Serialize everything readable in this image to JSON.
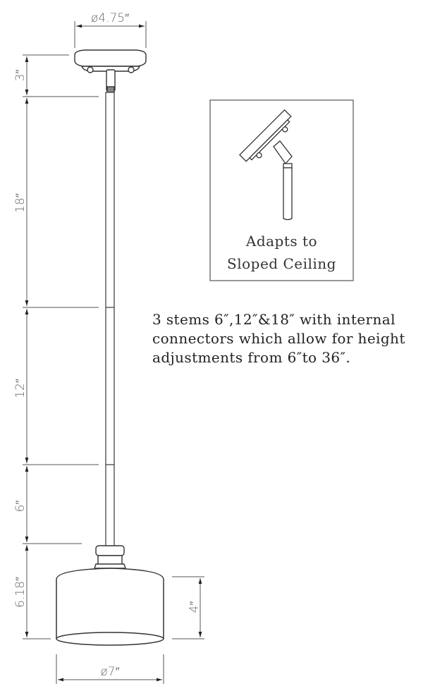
{
  "diagram": {
    "title": "Pendant light dimension drawing",
    "dimensions": {
      "canopy_diameter": "ø4.75″",
      "canopy_height": "3″",
      "stem_1": "18″",
      "stem_2": "12″",
      "stem_3": "6″",
      "shade_total_height": "6.18″",
      "shade_height": "4″",
      "shade_diameter": "ø7″"
    },
    "inset": {
      "line1": "Adapts to",
      "line2": "Sloped Ceiling"
    },
    "note": {
      "line1": "3 stems 6″,12″&18″ with internal",
      "line2": "connectors which allow for height",
      "line3": "adjustments from 6″to 36″."
    },
    "colors": {
      "line": "#555555",
      "text": "#222222",
      "background": "#ffffff"
    }
  }
}
